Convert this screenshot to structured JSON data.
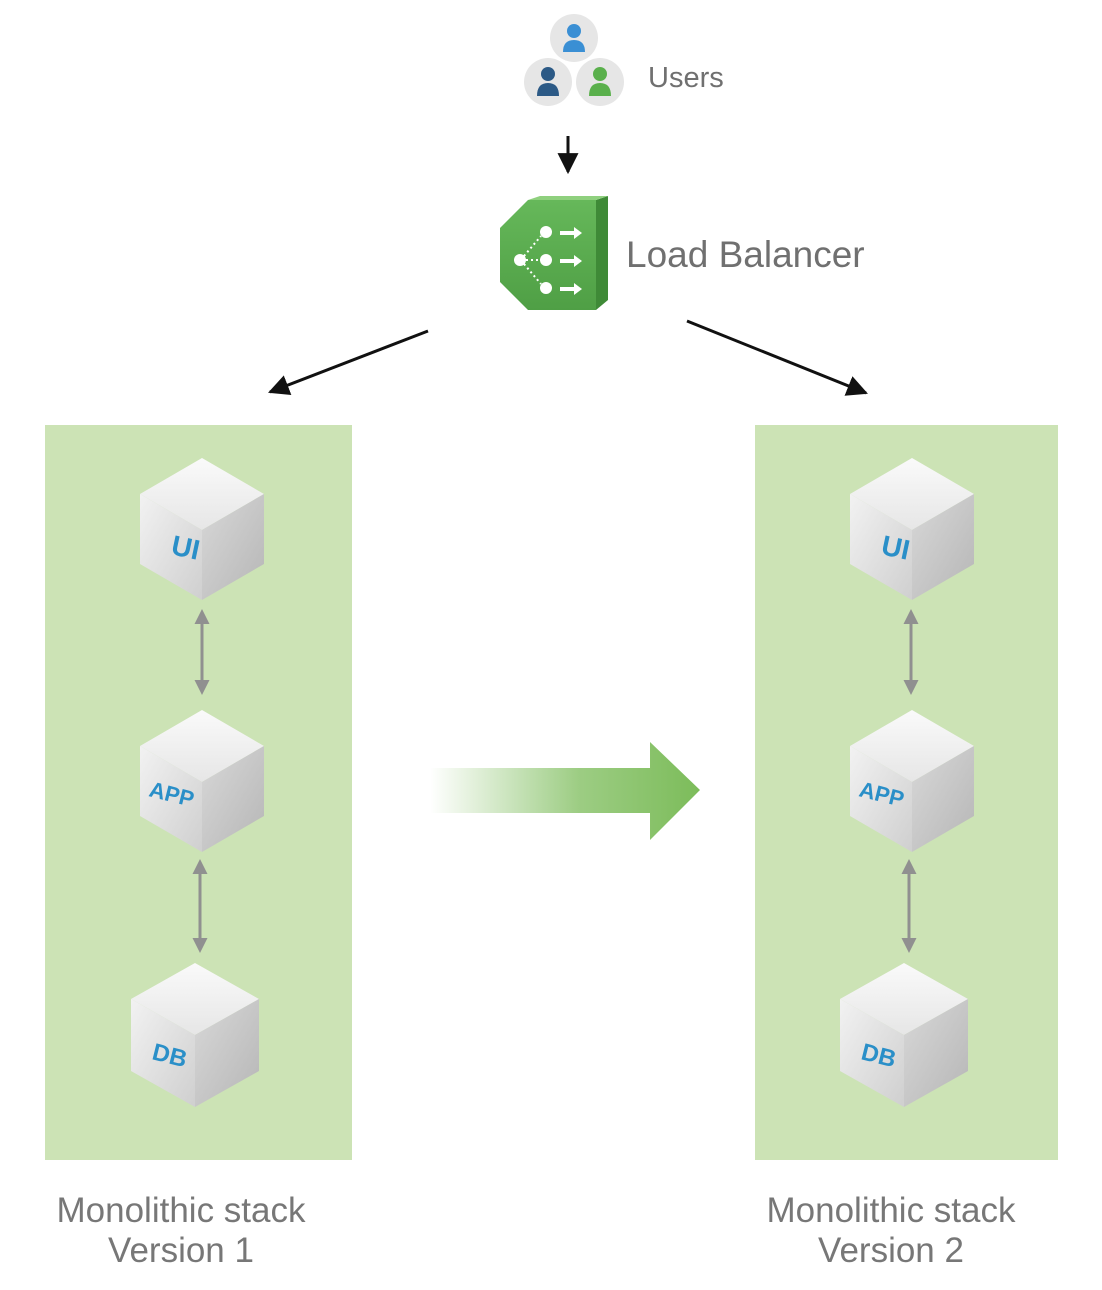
{
  "users": {
    "label": "Users"
  },
  "load_balancer": {
    "label": "Load Balancer"
  },
  "stacks": [
    {
      "caption_line1": "Monolithic stack",
      "caption_line2": "Version 1",
      "tiers": [
        "UI",
        "APP",
        "DB"
      ]
    },
    {
      "caption_line1": "Monolithic stack",
      "caption_line2": "Version 2",
      "tiers": [
        "UI",
        "APP",
        "DB"
      ]
    }
  ],
  "colors": {
    "panel": "#cce3b5",
    "lb_green": "#5aad4f",
    "arrow_green": "#7cbc5a",
    "cube_text": "#2a8fc8",
    "user_blue": "#3a8fd4",
    "user_navy": "#2c5a86",
    "user_green": "#5ab04c"
  }
}
